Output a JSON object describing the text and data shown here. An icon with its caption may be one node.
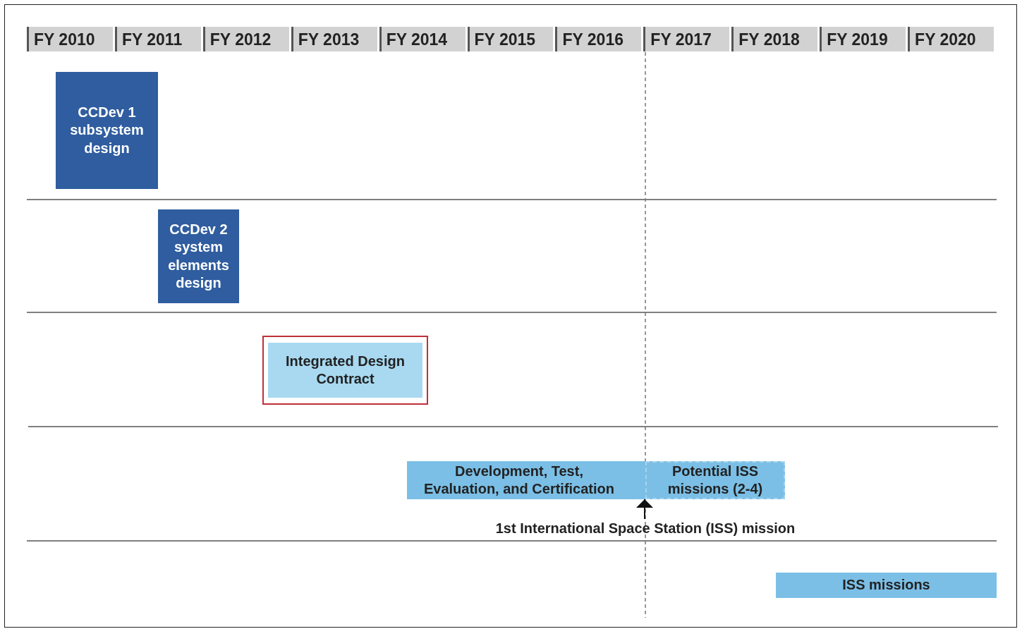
{
  "diagram": {
    "nodes": [
      {
        "text": [
          "CCDev 1 subsystem design"
        ]
      },
      {
        "text": [
          "CCDev 2 system elements design"
        ]
      },
      {
        "text": [
          "Integrated Design Contract"
        ]
      },
      {
        "text": [
          "Development, Test, Evaluation, and Certification"
        ]
      },
      {
        "text": [
          "Potential ISS missions (2-4)"
        ]
      },
      {
        "text": [
          "ISS missions"
        ]
      },
      {
        "text": [
          "1st International Space Station (ISS) mission"
        ]
      }
    ],
    "edges": [
      {
        "from": 6,
        "to": 3,
        "arrow": "to"
      }
    ],
    "labels": [
      "FY 2010",
      "FY 2011",
      "FY 2012",
      "FY 2013",
      "FY 2014",
      "FY 2015",
      "FY 2016",
      "FY 2017",
      "FY 2018",
      "FY 2019",
      "FY 2020"
    ]
  }
}
